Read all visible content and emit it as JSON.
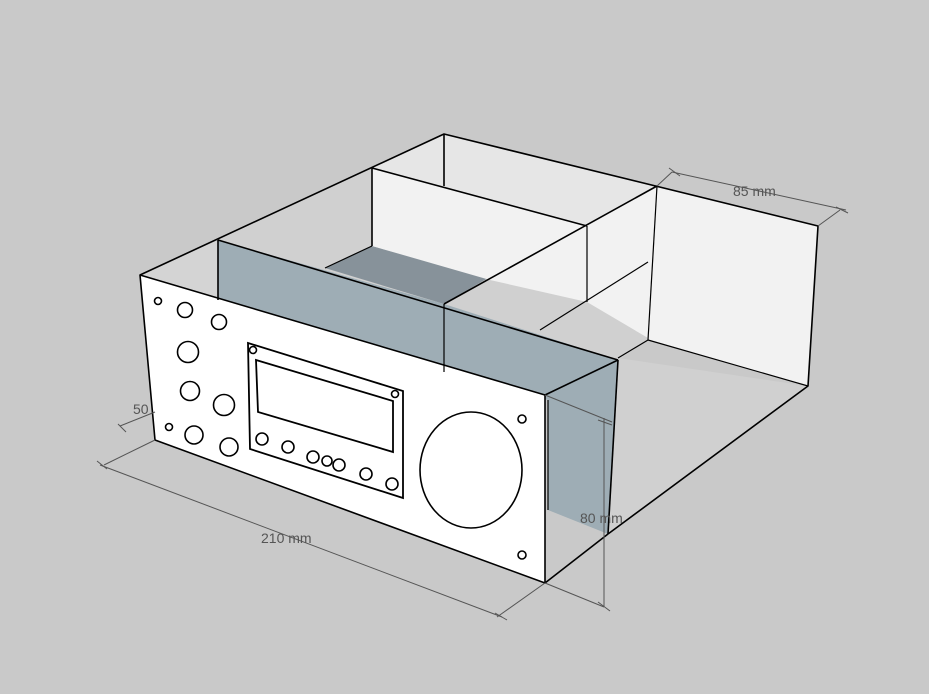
{
  "dimensions": {
    "width_label": "210 mm",
    "depth_label": "85 mm",
    "height_label": "80 mm",
    "side_label": "50"
  },
  "colors": {
    "background": "#c9c9c9",
    "panel_white": "#f2f2f2",
    "divider_blue": "#9eadb5",
    "floor_dark": "#87929a",
    "floor_light": "#d0d0d0",
    "edge": "#000000",
    "dimension_line": "#555555"
  }
}
